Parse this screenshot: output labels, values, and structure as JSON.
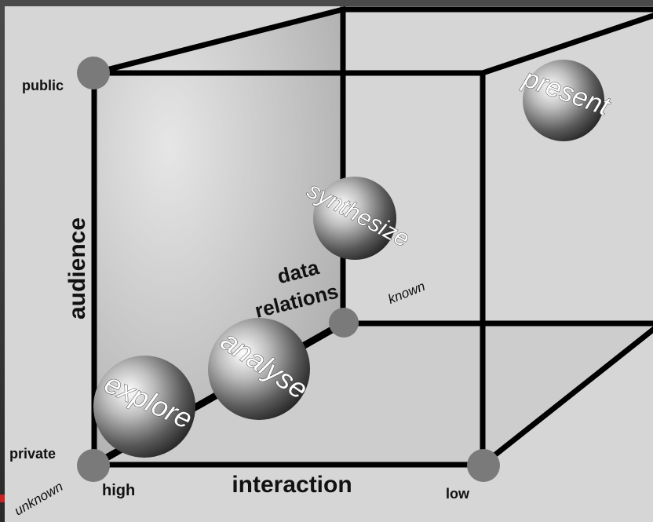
{
  "diagram": {
    "labels": {
      "public": "public",
      "private": "private",
      "audience": "audience",
      "high": "high",
      "interaction": "interaction",
      "low": "low",
      "known": "known",
      "unknown": "unknown",
      "data": "data",
      "relations": "relations"
    },
    "spheres": {
      "present": "present",
      "synthesize": "synthesize",
      "analyse": "analyse",
      "explore": "explore"
    },
    "colors": {
      "background": "#3a3a3a",
      "panel": "#d8d8d8",
      "cube_edge": "#000000",
      "corner_dot": "#7a7a7a",
      "accent": "#cc2222"
    }
  }
}
